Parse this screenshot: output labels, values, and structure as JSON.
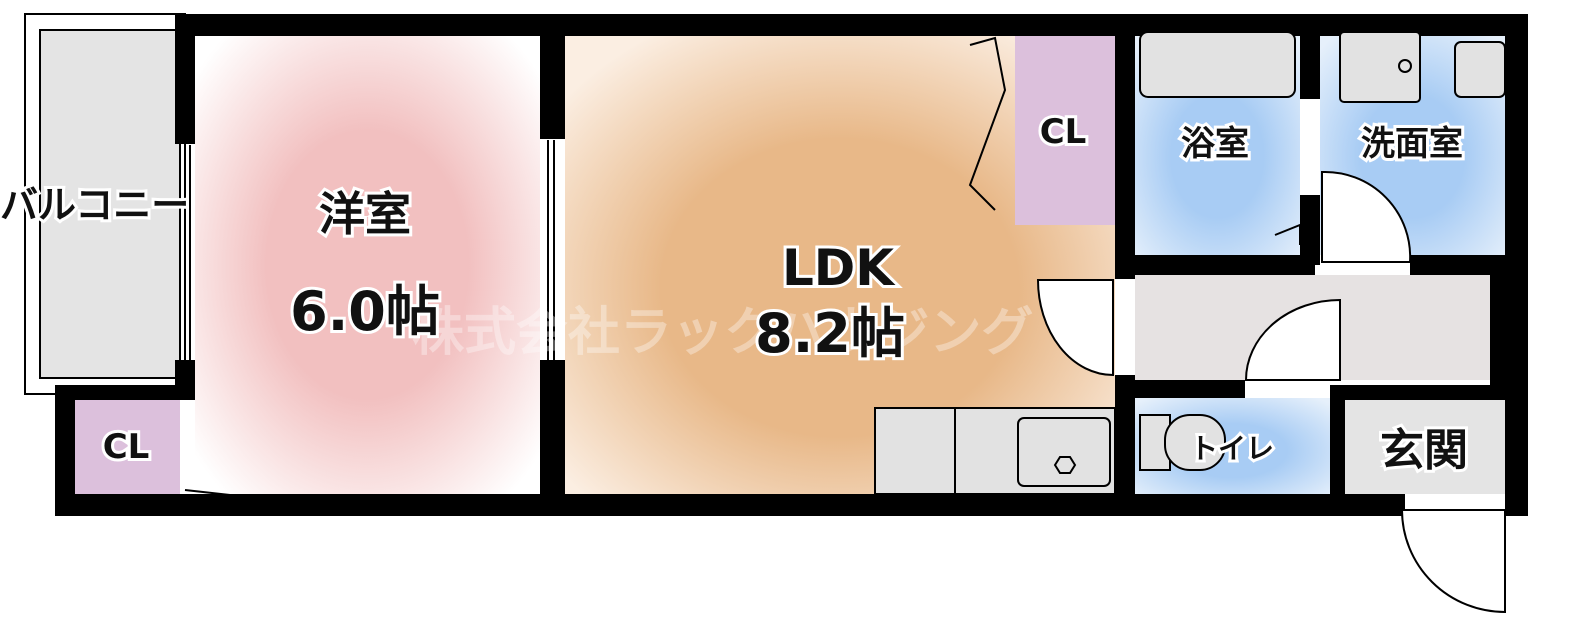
{
  "rooms": {
    "western_room": {
      "name": "洋室",
      "size": "6.0帖"
    },
    "ldk": {
      "name": "LDK",
      "size": "8.2帖"
    },
    "closet_ldk": {
      "name": "CL"
    },
    "closet_western": {
      "name": "CL"
    },
    "bathroom": {
      "name": "浴室"
    },
    "washroom": {
      "name": "洗面室"
    },
    "toilet": {
      "name": "トイレ"
    },
    "entrance": {
      "name": "玄関"
    },
    "balcony": {
      "name": "バルコニー"
    }
  },
  "watermark": "株式会社ラックハウジング",
  "colors": {
    "western_room": "#f2c4c4",
    "ldk": "#e9b98a",
    "closet": "#dcc0dc",
    "wet_area": "#a9cdf3",
    "fixture": "#dedede",
    "wall": "#000000"
  }
}
